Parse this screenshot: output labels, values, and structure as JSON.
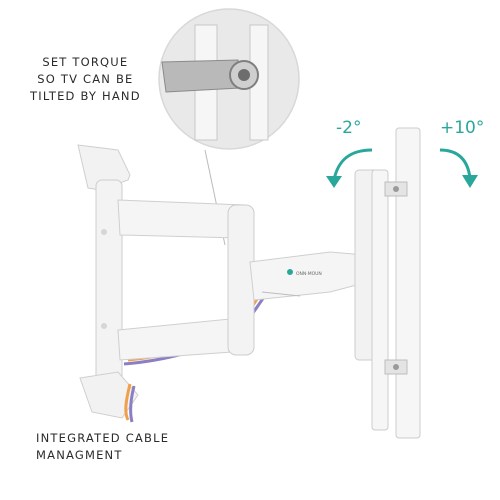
{
  "torque_callout": {
    "lines": [
      "SET TORQUE",
      "SO TV CAN BE",
      "TILTED BY HAND"
    ]
  },
  "tilt": {
    "down_label": "-2°",
    "up_label": "+10°",
    "accent": "#2aa79b"
  },
  "cable_caption": {
    "lines": [
      "INTEGRATED CABLE",
      "MANAGMENT"
    ]
  },
  "brand_logo_text": "ONN·MOUN",
  "colors": {
    "mount_white": "#f4f4f4",
    "mount_shadow": "#cfcfcf",
    "cable_orange": "#f0a04a",
    "cable_purple": "#8a7fc4",
    "zoom_circle": "#e6e6e6"
  }
}
